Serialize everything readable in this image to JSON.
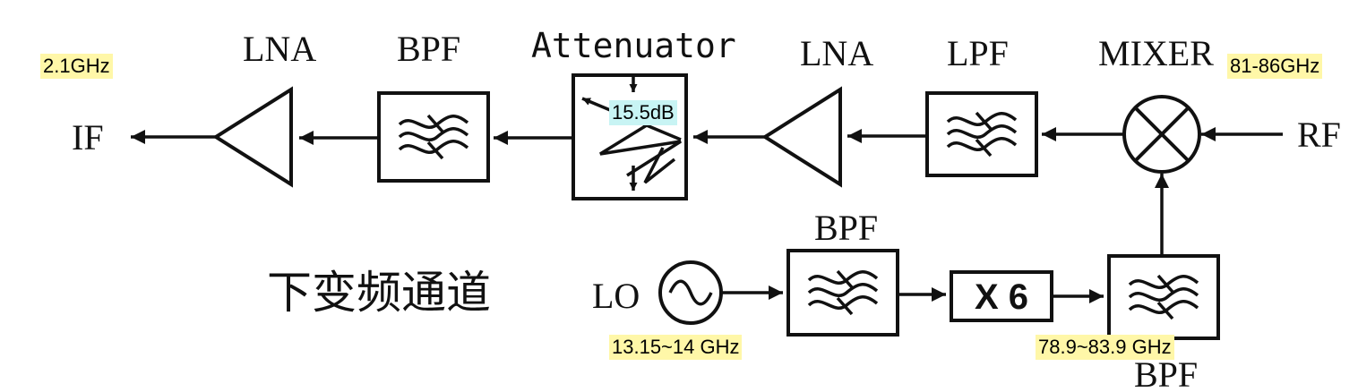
{
  "blocks": {
    "lna_if": "LNA",
    "bpf_if": "BPF",
    "attenuator": "Attenuator",
    "lna_rf": "LNA",
    "lpf": "LPF",
    "mixer": "MIXER",
    "bpf_lo": "BPF",
    "multiplier": "X 6",
    "bpf_lo_out": "BPF"
  },
  "ports": {
    "if": "IF",
    "rf": "RF",
    "lo": "LO"
  },
  "title": "下变频通道",
  "annotations": {
    "if_freq": "2.1GHz",
    "rf_freq": "81-86GHz",
    "attenuation": "15.5dB",
    "lo_freq": "13.15~14 GHz",
    "lo_out_freq": "78.9~83.9 GHz"
  },
  "colors": {
    "highlight_yellow": "#fff7a8",
    "highlight_cyan": "#c8f4f4",
    "stroke": "#111111"
  }
}
